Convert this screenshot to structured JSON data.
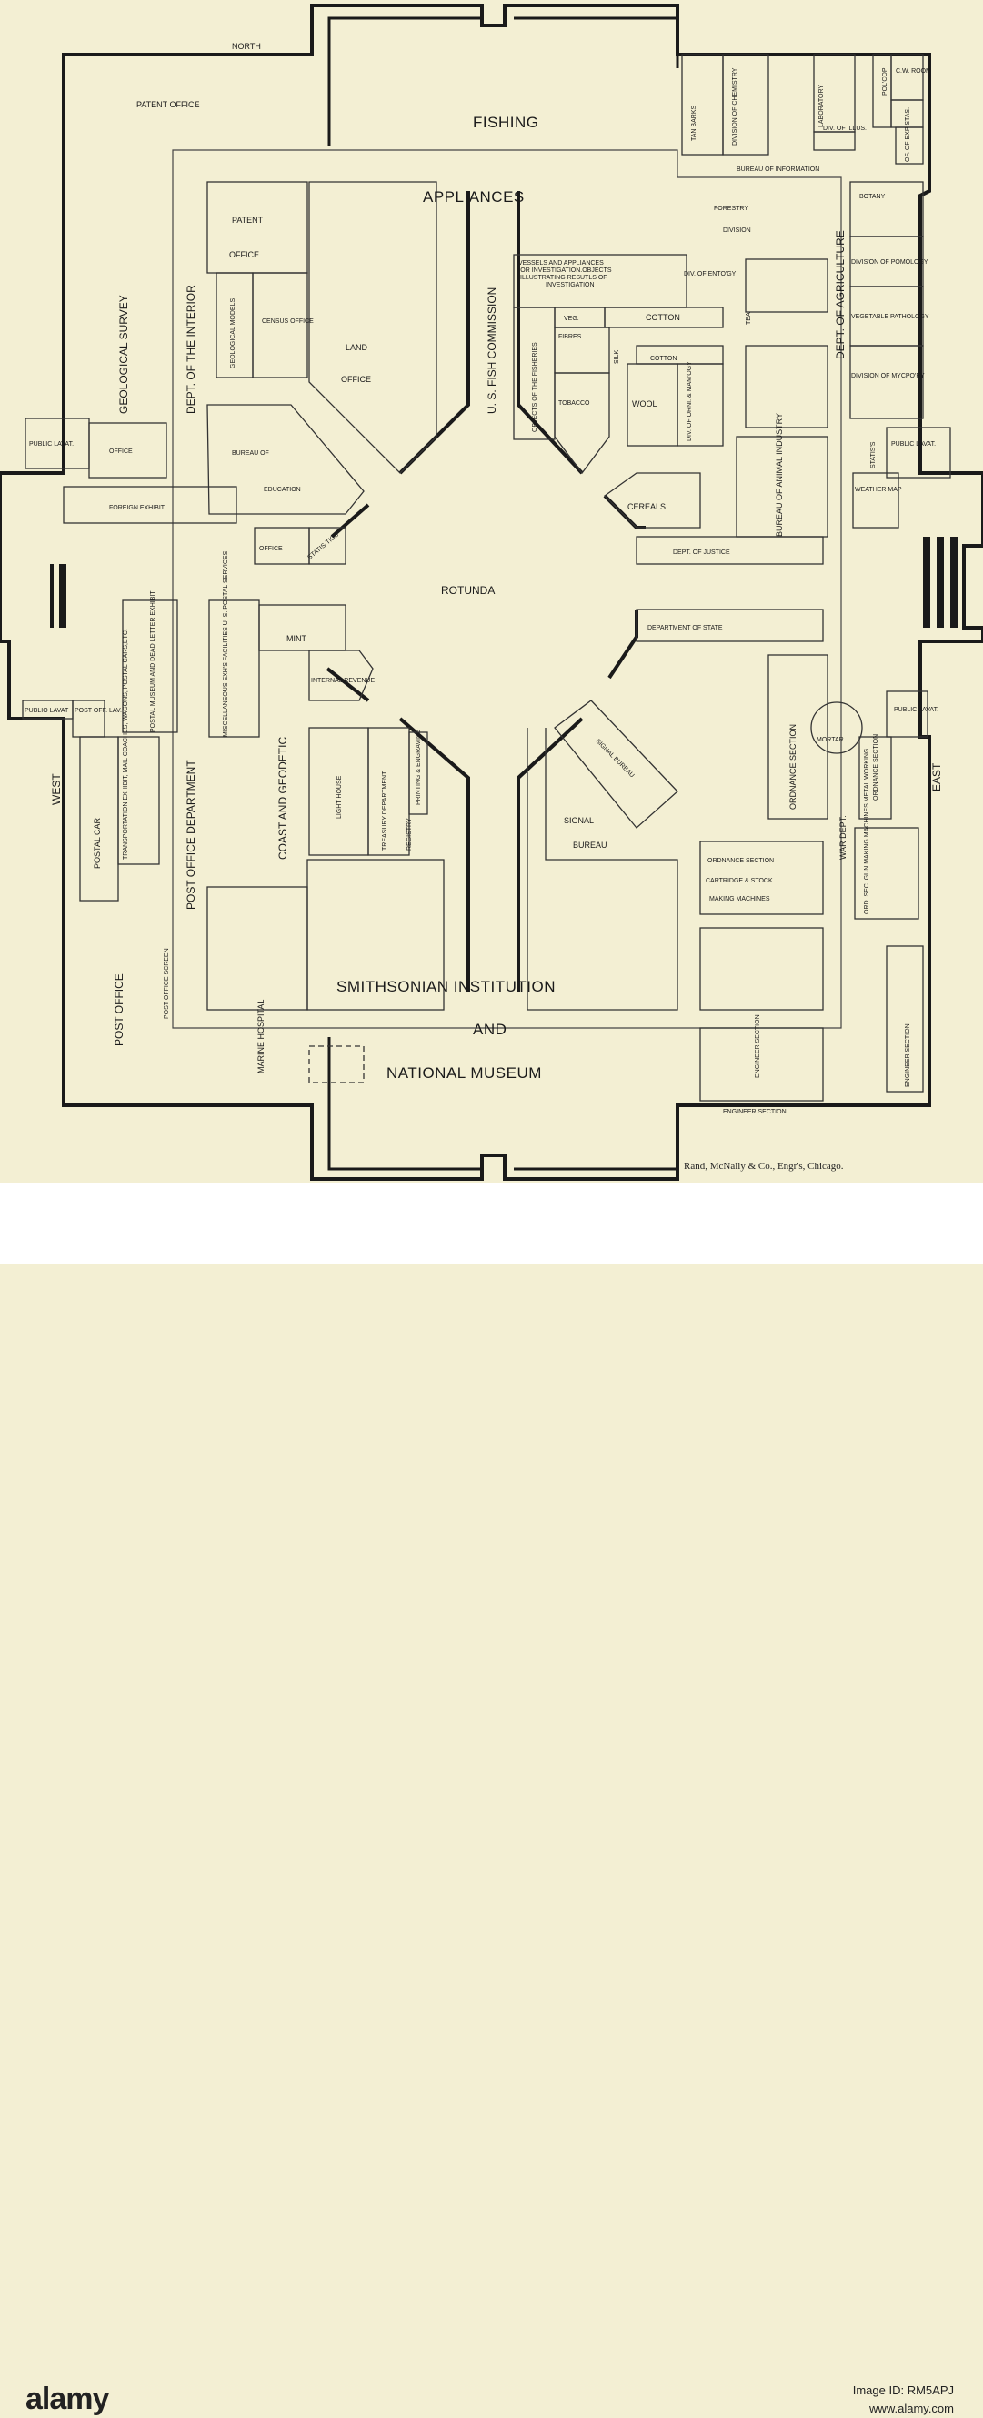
{
  "map": {
    "directions": {
      "north": "NORTH",
      "west": "WEST",
      "east": "EAST"
    },
    "rooms": {
      "patent_office_nw": "PATENT OFFICE",
      "fishing": "FISHING",
      "appliances": "APPLIANCES",
      "geological_survey": "GEOLOGICAL SURVEY",
      "dept_interior": "DEPT. OF THE INTERIOR",
      "patent_office_line1": "PATENT",
      "patent_office_line2": "OFFICE",
      "geological_models": "GEOLOGICAL MODELS",
      "census_office": "CENSUS OFFICE",
      "land_office_line1": "LAND",
      "land_office_line2": "OFFICE",
      "us_fish_commission": "U. S. FISH COMMISSION",
      "objects_fisheries": "OBJECTS OF THE FISHERIES",
      "vessels_line1": "VESSELS AND APPLIANCES",
      "vessels_line2": "FOR INVESTIGATION.OBJECTS",
      "vessels_line3": "ILLUSTRATING RESUTLS OF",
      "vessels_line4": "INVESTIGATION",
      "div_entomology": "DIV. OF ENTO'GY",
      "veg": "VEG.",
      "cotton_top": "COTTON",
      "tea": "TEA",
      "fibres": "FIBRES",
      "silk": "SILK",
      "cotton_mid": "COTTON",
      "tobacco": "TOBACCO",
      "wool": "WOOL",
      "div_orni": "DIV. OF ORNI. & MAM'OGY",
      "forestry_line1": "FORESTRY",
      "forestry_line2": "DIVISION",
      "tan_barks": "TAN BARKS",
      "div_chemistry": "DIVISION OF CHEMISTRY",
      "laboratory": "LABORATORY",
      "div_illus": "DIV. OF ILLUS.",
      "pol_cop": "POL'COP",
      "cw_room": "C.W. ROOM",
      "of_exp_stas": "OF. OF EXP STAS.",
      "bureau_info": "BUREAU OF INFORMATION",
      "dept_agriculture": "DEPT. OF AGRICULTURE",
      "botany": "BOTANY",
      "pomology": "DIVIS'ON OF POMOLOGY",
      "veg_pathology": "VEGETABLE PATHOLOGY",
      "mycology": "DIVISION OF MYCPO'PY",
      "statis_right": "STATIS'S",
      "public_lavat_ne": "PUBLIC LAVAT.",
      "weather_map": "WEATHER MAP",
      "bureau_animal": "BUREAU OF ANIMAL INDUSTRY",
      "cereals": "CEREALS",
      "dept_justice": "DEPT. OF JUSTICE",
      "public_lavat_nw": "PUBLIC LAVAT.",
      "office_w": "OFFICE",
      "bureau_edu_line1": "BUREAU OF",
      "bureau_edu_line2": "EDUCATION",
      "foreign_exhibit": "FOREIGN EXHIBIT",
      "office_small": "OFFICE",
      "statistics": "STATIS-TICS",
      "rotunda": "ROTUNDA",
      "post_office_dept": "POST    OFFICE    DEPARTMENT",
      "postal_museum": "POSTAL MUSEUM AND DEAD LETTER EXHIBIT",
      "misc_exhibits": "MISCELLANEOUS EXH'S FACILITIES U. S. POSTAL SERVICES",
      "mint": "MINT",
      "internal_revenue": "INTERNAL REVENUE",
      "coast_geodetic": "COAST AND GEODETIC",
      "light_house": "LIGHT HOUSE",
      "treasury": "TREASURY DEPARTMENT",
      "printing": "PRINTING & ENGRAVING",
      "registry": "REGISTRY",
      "public_lavat_sw": "PUBLIO LAVAT",
      "post_off_lav": "POST OFF. LAV.",
      "postal_car": "POSTAL CAR",
      "transportation": "TRANSPORTATION EXHIBIT, MAIL COACHES, WAGONS, POSTAL CARS,ETC.",
      "post_office_screen": "POST OFFICE SCREEN",
      "post_office": "POST OFFICE",
      "marine_hospital": "MARINE HOSPITAL",
      "department_state": "DEPARTMENT OF STATE",
      "ordnance_section_big": "ORDNANCE SECTION",
      "mortar": "MORTAR",
      "ordnance_small": "ORDNANCE SECTION",
      "public_lavat_se": "PUBLIC LAVAT.",
      "war_dept": "WAR DEPT.",
      "signal_bureau_diag": "SIGNAL BUREAU",
      "signal_line1": "SIGNAL",
      "signal_line2": "BUREAU",
      "ordnance_cartridge_1": "ORDNANCE SECTION",
      "ordnance_cartridge_2": "CARTRIDGE & STOCK",
      "ordnance_cartridge_3": "MAKING MACHINES",
      "gun_making": "ORD. SEC. GUN MAKING MACHINES METAL WORKING",
      "engineer_section": "ENGINEER SECTION",
      "engineer_section_right": "ENGINEER SECTION",
      "engineer_section_bottom": "ENGINEER SECTION",
      "smithsonian": "SMITHSONIAN INSTITUTION",
      "and": "AND",
      "national_museum": "NATIONAL MUSEUM"
    },
    "credit": "Rand, McNally & Co., Engr's, Chicago."
  },
  "footer": {
    "brand": "alamy",
    "image_id_line": "Image ID: RM5APJ",
    "url": "www.alamy.com"
  }
}
